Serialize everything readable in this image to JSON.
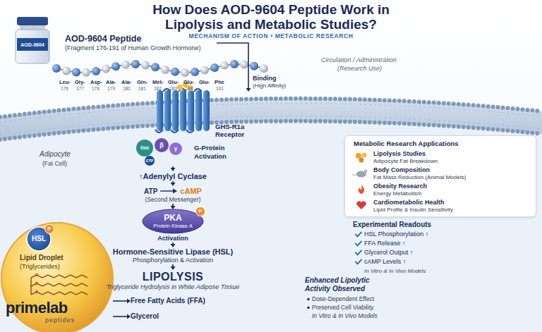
{
  "diagram": {
    "title": "How Does AOD-9604 Peptide Work in Lipolysis and Metabolic Studies?",
    "nodes": [
      {
        "text": [
          "AOD-9604 Peptide",
          "(Fragment 176-191 of Human Growth Hormone)"
        ]
      },
      {
        "text": [
          "GHS-R1a Receptor"
        ]
      },
      {
        "text": [
          "G-Protein Activation"
        ]
      },
      {
        "text": [
          "↑Adenylyl Cyclase"
        ]
      },
      {
        "text": [
          "ATP",
          "cAMP",
          "(Second Messenger)"
        ]
      },
      {
        "text": [
          "PKA",
          "Protein Kinase A",
          "Activation"
        ]
      },
      {
        "text": [
          "Hormone-Sensitive Lipase (HSL)",
          "Phosphorylation & Activation"
        ]
      },
      {
        "text": [
          "LIPOLYSIS",
          "Triglyceride Hydrolysis in White Adipose Tissue"
        ]
      },
      {
        "text": [
          "Lipid Droplet",
          "(Triglycerides)"
        ]
      },
      {
        "text": [
          "HSL"
        ],
        "in": 8
      },
      {
        "text": [
          "Free Fatty Acids (FFA)"
        ]
      },
      {
        "text": [
          "Glycerol"
        ]
      },
      {
        "text": [
          "Metabolic Research Applications"
        ]
      },
      {
        "text": [
          "Lipolysis Studies",
          "Adipocyte Fat Breakdown"
        ],
        "in": 12
      },
      {
        "text": [
          "Body Composition",
          "Fat Mass Reduction (Animal Models)"
        ],
        "in": 12
      },
      {
        "text": [
          "Obesity Research",
          "Energy Metabolism"
        ],
        "in": 12
      },
      {
        "text": [
          "Cardiometabolic Health",
          "Lipid Profile & Insulin Sensitivity"
        ],
        "in": 12
      }
    ],
    "edges": [
      {
        "from": 0,
        "to": 1,
        "arrow": "to"
      },
      {
        "from": 2,
        "to": 3,
        "arrow": "to"
      },
      {
        "from": 3,
        "to": 4,
        "arrow": "to"
      },
      {
        "from": 4,
        "to": 5,
        "arrow": "to"
      },
      {
        "from": 5,
        "to": 6,
        "arrow": "to"
      },
      {
        "from": 6,
        "to": 7,
        "arrow": "to"
      },
      {
        "from": 8,
        "to": 10,
        "arrow": "to"
      },
      {
        "from": 8,
        "to": 11,
        "arrow": "to"
      }
    ],
    "labels": [
      "MECHANISM OF ACTION • METABOLIC RESEARCH",
      "AOD-9604",
      "Leu-",
      "Gly-",
      "Asp-",
      "Ala-",
      "Ala-",
      "Gln-",
      "Met-",
      "Glu-",
      "Glu-",
      "Glu-",
      "Phe",
      "176",
      "177",
      "178",
      "179",
      "180",
      "181",
      "182",
      "183",
      "184",
      "191",
      "Circulation / Administration",
      "(Research Use)",
      "Binding",
      "(High Affinity)",
      "Adipocyte",
      "(Fat Cell)",
      "Gαs",
      "GTP",
      "β",
      "γ",
      "P",
      "P",
      "Experimental Readouts",
      "HSL Phosphorylation ↑",
      "FFA Release ↑",
      "Glycerol Output ↑",
      "cAMP Levels ↑",
      "In Vitro & In Vivo Models",
      "Enhanced Lipolytic Activity Observed",
      "Dose-Dependent Effect",
      "Preserved Cell Viability",
      "In Vitro & In Vivo Models",
      "primelab",
      "peptides"
    ]
  }
}
